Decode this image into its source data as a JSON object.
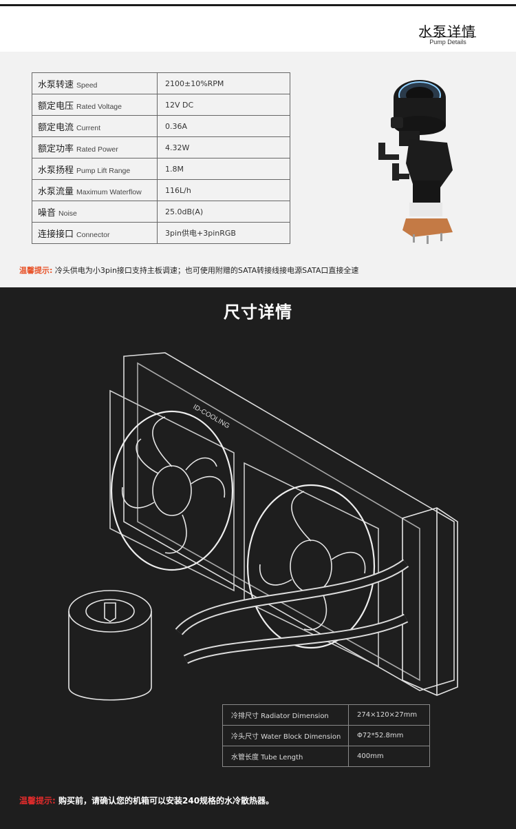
{
  "header": {
    "title": "水泵详情",
    "subtitle": "Pump Details"
  },
  "specs": [
    {
      "zh": "水泵转速",
      "en": "Speed",
      "value": "2100±10%RPM"
    },
    {
      "zh": "额定电压",
      "en": "Rated Voltage",
      "value": "12V DC"
    },
    {
      "zh": "额定电流",
      "en": "Current",
      "value": "0.36A"
    },
    {
      "zh": "额定功率",
      "en": "Rated Power",
      "value": "4.32W"
    },
    {
      "zh": "水泵扬程",
      "en": "Pump Lift Range",
      "value": "1.8M"
    },
    {
      "zh": "水泵流量",
      "en": "Maximum Waterflow",
      "value": "116L/h"
    },
    {
      "zh": "噪音",
      "en": "Noise",
      "value": "25.0dB(A)"
    },
    {
      "zh": "连接接口",
      "en": "Connector",
      "value": "3pin供电+3pinRGB"
    }
  ],
  "tip1": {
    "label": "温馨提示:",
    "text": "冷头供电为小3pin接口支持主板调速；也可使用附赠的SATA转接线接电源SATA口直接全速"
  },
  "dimensions": {
    "title": "尺寸详情",
    "brand_label": "ID-COOLING",
    "rows": [
      {
        "label": "冷排尺寸 Radiator Dimension",
        "value": "274×120×27mm"
      },
      {
        "label": "冷头尺寸 Water Block Dimension",
        "value": "Φ72*52.8mm"
      },
      {
        "label": "水管长度 Tube Length",
        "value": "400mm"
      }
    ]
  },
  "tip2": {
    "label": "温馨提示:",
    "text": "购买前，请确认您的机箱可以安装240规格的水冷散热器。"
  }
}
